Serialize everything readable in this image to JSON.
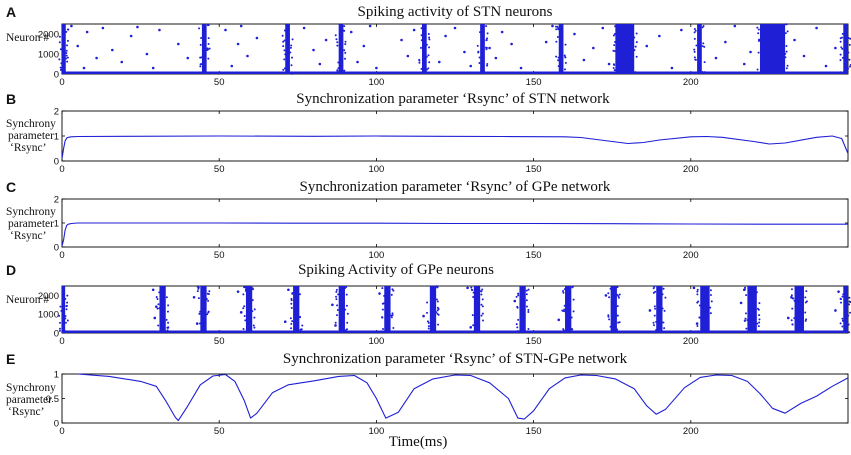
{
  "figure": {
    "xlabel": "Time(ms)"
  },
  "panels": [
    {
      "id": "A",
      "label": "A",
      "title": "Spiking activity of STN neurons",
      "ylabel_lines": [
        "Neuron #"
      ]
    },
    {
      "id": "B",
      "label": "B",
      "title": "Synchronization parameter ‘Rsync’ of STN network",
      "ylabel_lines": [
        "Synchrony",
        "parameter",
        "‘Rsync’"
      ]
    },
    {
      "id": "C",
      "label": "C",
      "title": "Synchronization parameter ‘Rsync’ of GPe network",
      "ylabel_lines": [
        "Synchrony",
        "parameter",
        "‘Rsync’"
      ]
    },
    {
      "id": "D",
      "label": "D",
      "title": "Spiking Activity of GPe neurons",
      "ylabel_lines": [
        "Neuron #"
      ]
    },
    {
      "id": "E",
      "label": "E",
      "title": "Synchronization parameter ‘Rsync’ of STN-GPe network",
      "ylabel_lines": [
        "Synchrony",
        "parameter",
        "‘Rsync’"
      ]
    }
  ],
  "colors": {
    "data": "#1f1fd6",
    "axis": "#000000"
  },
  "chart_data": [
    {
      "type": "scatter",
      "panel": "A",
      "title": "Spiking activity of STN neurons",
      "ylabel": "Neuron #",
      "xlim": [
        0,
        250
      ],
      "ylim": [
        0,
        2500
      ],
      "xticks": [
        0,
        50,
        100,
        150,
        200
      ],
      "yticks": [
        0,
        1000,
        2000
      ],
      "burst_windows": [
        [
          0,
          1.2
        ],
        [
          44.5,
          46
        ],
        [
          71,
          72.5
        ],
        [
          88,
          89.5
        ],
        [
          114.5,
          116
        ],
        [
          133,
          134.5
        ],
        [
          158,
          159.5
        ],
        [
          176,
          182
        ],
        [
          202,
          203.5
        ],
        [
          222,
          230
        ],
        [
          248.5,
          250
        ]
      ],
      "sparse_spikes": [
        [
          3,
          2400
        ],
        [
          5,
          1400
        ],
        [
          7,
          300
        ],
        [
          8,
          2100
        ],
        [
          11,
          800
        ],
        [
          13,
          2300
        ],
        [
          16,
          1200
        ],
        [
          19,
          600
        ],
        [
          22,
          1900
        ],
        [
          24,
          2350
        ],
        [
          27,
          1000
        ],
        [
          29,
          300
        ],
        [
          31,
          2200
        ],
        [
          37,
          1500
        ],
        [
          40,
          800
        ],
        [
          52,
          2200
        ],
        [
          54,
          400
        ],
        [
          56,
          1500
        ],
        [
          57,
          2400
        ],
        [
          59,
          900
        ],
        [
          62,
          1800
        ],
        [
          77,
          2300
        ],
        [
          80,
          1200
        ],
        [
          82,
          500
        ],
        [
          84,
          1700
        ],
        [
          92,
          2100
        ],
        [
          94,
          600
        ],
        [
          96,
          1400
        ],
        [
          98,
          2400
        ],
        [
          100,
          300
        ],
        [
          108,
          1700
        ],
        [
          110,
          900
        ],
        [
          112,
          2200
        ],
        [
          120,
          600
        ],
        [
          122,
          1900
        ],
        [
          125,
          2300
        ],
        [
          128,
          1100
        ],
        [
          130,
          400
        ],
        [
          136,
          1300
        ],
        [
          138,
          800
        ],
        [
          140,
          2100
        ],
        [
          143,
          1500
        ],
        [
          146,
          300
        ],
        [
          154,
          1600
        ],
        [
          156,
          2400
        ],
        [
          163,
          2000
        ],
        [
          166,
          700
        ],
        [
          169,
          1300
        ],
        [
          172,
          2300
        ],
        [
          174,
          500
        ],
        [
          186,
          1400
        ],
        [
          190,
          1900
        ],
        [
          194,
          300
        ],
        [
          197,
          2200
        ],
        [
          208,
          800
        ],
        [
          211,
          1600
        ],
        [
          214,
          2400
        ],
        [
          217,
          500
        ],
        [
          219,
          1100
        ],
        [
          233,
          1700
        ],
        [
          236,
          900
        ],
        [
          240,
          2300
        ],
        [
          243,
          400
        ],
        [
          246,
          1300
        ]
      ]
    },
    {
      "type": "line",
      "panel": "B",
      "title": "Synchronization parameter ‘Rsync’ of STN network",
      "ylabel": "Synchrony parameter ‘Rsync’",
      "xlim": [
        0,
        250
      ],
      "ylim": [
        0,
        2
      ],
      "xticks": [
        0,
        50,
        100,
        150,
        200
      ],
      "yticks": [
        0,
        1,
        2
      ],
      "x": [
        0,
        0.5,
        1,
        1.5,
        2,
        3,
        5,
        20,
        50,
        80,
        100,
        120,
        140,
        160,
        165,
        170,
        180,
        185,
        190,
        200,
        205,
        210,
        220,
        225,
        230,
        240,
        245,
        248,
        250
      ],
      "y": [
        0.1,
        0.5,
        0.8,
        0.92,
        0.95,
        0.97,
        0.98,
        0.99,
        1.0,
        0.99,
        1.0,
        0.99,
        0.98,
        0.97,
        0.94,
        0.86,
        0.7,
        0.74,
        0.84,
        0.97,
        0.98,
        0.95,
        0.78,
        0.68,
        0.72,
        0.95,
        1.0,
        0.9,
        0.3
      ]
    },
    {
      "type": "line",
      "panel": "C",
      "title": "Synchronization parameter ‘Rsync’ of GPe network",
      "ylabel": "Synchrony parameter ‘Rsync’",
      "xlim": [
        0,
        250
      ],
      "ylim": [
        0,
        2
      ],
      "xticks": [
        0,
        50,
        100,
        150,
        200
      ],
      "yticks": [
        0,
        1,
        2
      ],
      "x": [
        0,
        0.5,
        1,
        1.5,
        2,
        3,
        5,
        25,
        50,
        75,
        100,
        125,
        150,
        175,
        200,
        225,
        250
      ],
      "y": [
        0.05,
        0.3,
        0.7,
        0.9,
        0.95,
        0.98,
        1.0,
        1.0,
        1.0,
        0.99,
        0.99,
        0.98,
        0.98,
        0.97,
        0.96,
        0.95,
        0.95
      ]
    },
    {
      "type": "scatter",
      "panel": "D",
      "title": "Spiking Activity of GPe neurons",
      "ylabel": "Neuron #",
      "xlim": [
        0,
        250
      ],
      "ylim": [
        0,
        2500
      ],
      "xticks": [
        0,
        50,
        100,
        150,
        200
      ],
      "yticks": [
        0,
        1000,
        2000
      ],
      "burst_windows": [
        [
          0,
          1
        ],
        [
          31,
          33
        ],
        [
          44,
          46
        ],
        [
          58.5,
          60.5
        ],
        [
          73.5,
          75.5
        ],
        [
          88,
          90
        ],
        [
          102.5,
          104.5
        ],
        [
          117,
          119
        ],
        [
          131,
          133
        ],
        [
          145.5,
          147.5
        ],
        [
          160,
          162
        ],
        [
          174.5,
          176.5
        ],
        [
          189,
          191
        ],
        [
          203,
          206
        ],
        [
          218,
          221
        ],
        [
          233,
          236
        ],
        [
          248.5,
          250
        ]
      ],
      "sparse_spikes": [
        [
          29,
          2300
        ],
        [
          29.5,
          800
        ],
        [
          30,
          1400
        ],
        [
          42,
          1900
        ],
        [
          43,
          500
        ],
        [
          56,
          2200
        ],
        [
          57,
          1100
        ],
        [
          71,
          600
        ],
        [
          72,
          2300
        ],
        [
          86,
          1500
        ],
        [
          87,
          400
        ],
        [
          101,
          2100
        ],
        [
          115,
          900
        ],
        [
          129,
          2400
        ],
        [
          130,
          300
        ],
        [
          144,
          1700
        ],
        [
          158,
          700
        ],
        [
          173,
          2000
        ],
        [
          187,
          1200
        ],
        [
          201,
          2400
        ],
        [
          202,
          500
        ],
        [
          216,
          1600
        ],
        [
          217,
          2300
        ],
        [
          231,
          800
        ],
        [
          232,
          1900
        ],
        [
          246,
          1200
        ],
        [
          247,
          2200
        ]
      ]
    },
    {
      "type": "line",
      "panel": "E",
      "title": "Synchronization parameter ‘Rsync’ of STN-GPe network",
      "ylabel": "Synchrony parameter ‘Rsync’",
      "xlabel": "Time(ms)",
      "xlim": [
        0,
        250
      ],
      "ylim": [
        0,
        1
      ],
      "xticks": [
        0,
        50,
        100,
        150,
        200
      ],
      "yticks": [
        0,
        0.5,
        1
      ],
      "x": [
        5,
        15,
        25,
        30,
        33,
        36,
        37,
        40,
        44,
        48,
        52,
        55,
        58,
        60,
        62,
        67,
        72,
        80,
        88,
        93,
        97,
        100,
        103,
        107,
        112,
        118,
        125,
        130,
        136,
        142,
        145,
        147,
        150,
        155,
        160,
        165,
        170,
        176,
        182,
        186,
        189,
        192,
        198,
        203,
        208,
        213,
        218,
        222,
        226,
        230,
        235,
        240,
        245,
        250
      ],
      "y": [
        1.0,
        0.95,
        0.85,
        0.75,
        0.45,
        0.12,
        0.05,
        0.35,
        0.78,
        0.96,
        0.99,
        0.85,
        0.45,
        0.1,
        0.2,
        0.62,
        0.78,
        0.86,
        0.95,
        0.97,
        0.82,
        0.5,
        0.1,
        0.22,
        0.7,
        0.9,
        0.98,
        0.97,
        0.82,
        0.5,
        0.1,
        0.08,
        0.25,
        0.7,
        0.92,
        0.98,
        0.97,
        0.9,
        0.7,
        0.35,
        0.18,
        0.28,
        0.72,
        0.93,
        0.98,
        0.97,
        0.85,
        0.6,
        0.3,
        0.2,
        0.4,
        0.55,
        0.75,
        0.92
      ]
    }
  ]
}
